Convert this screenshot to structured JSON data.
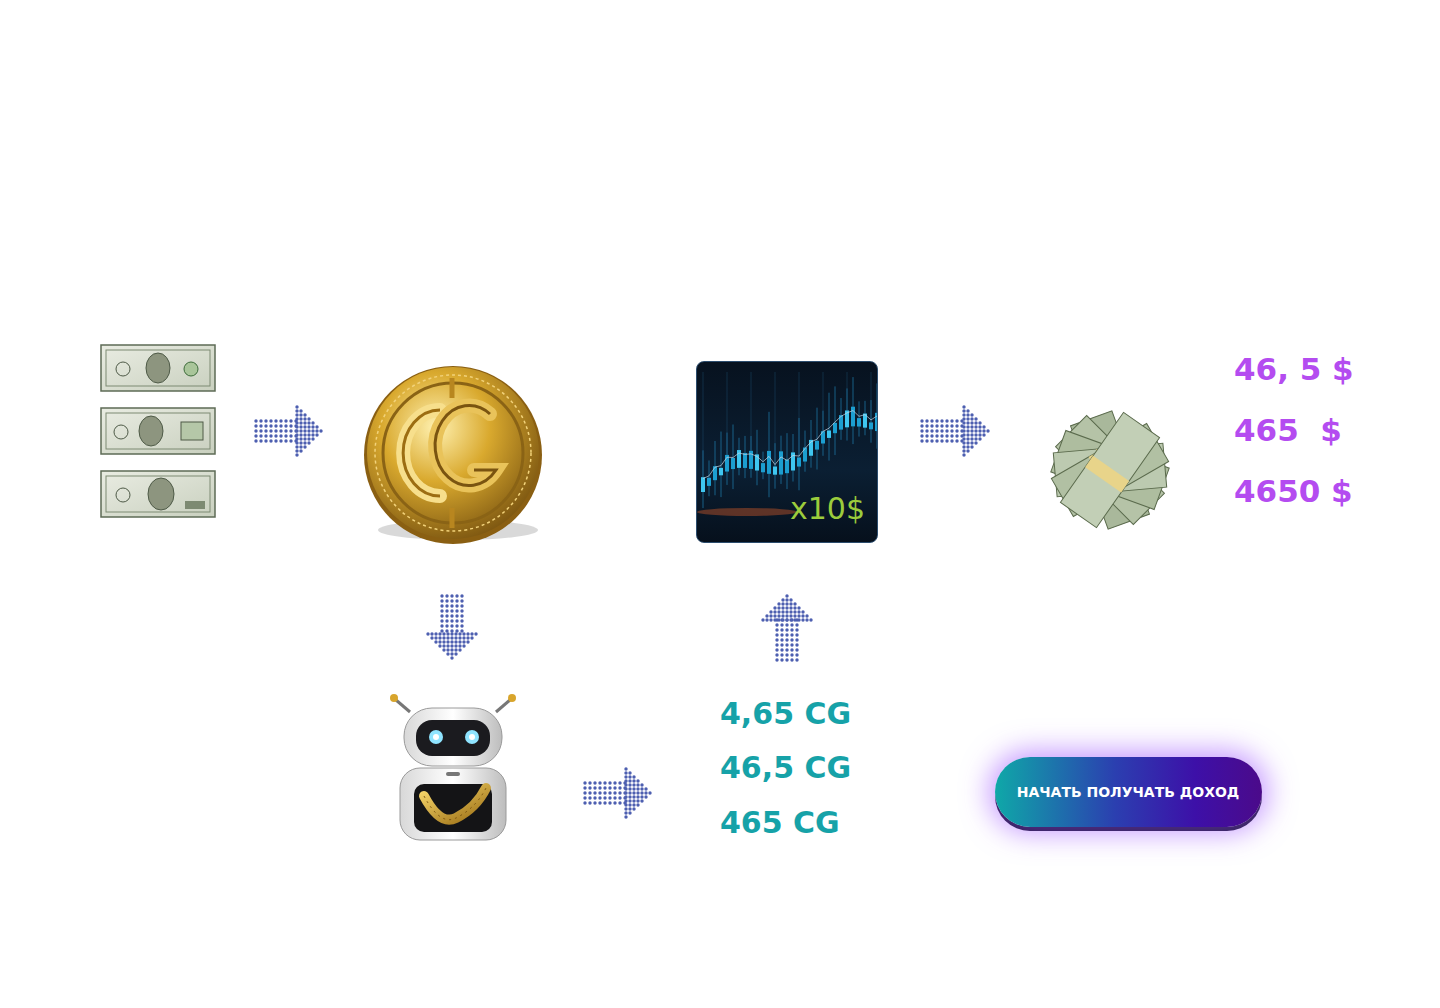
{
  "diagram": {
    "nodes": [
      {
        "text": [
          "x10$"
        ]
      },
      {
        "text": [
          "НАЧАТЬ ПОЛУЧАТЬ ДОХОД"
        ]
      }
    ],
    "labels": [
      "46, 5 $",
      "465  $",
      "4650 $",
      "4,65 CG",
      "46,5 CG",
      "465 CG"
    ]
  }
}
